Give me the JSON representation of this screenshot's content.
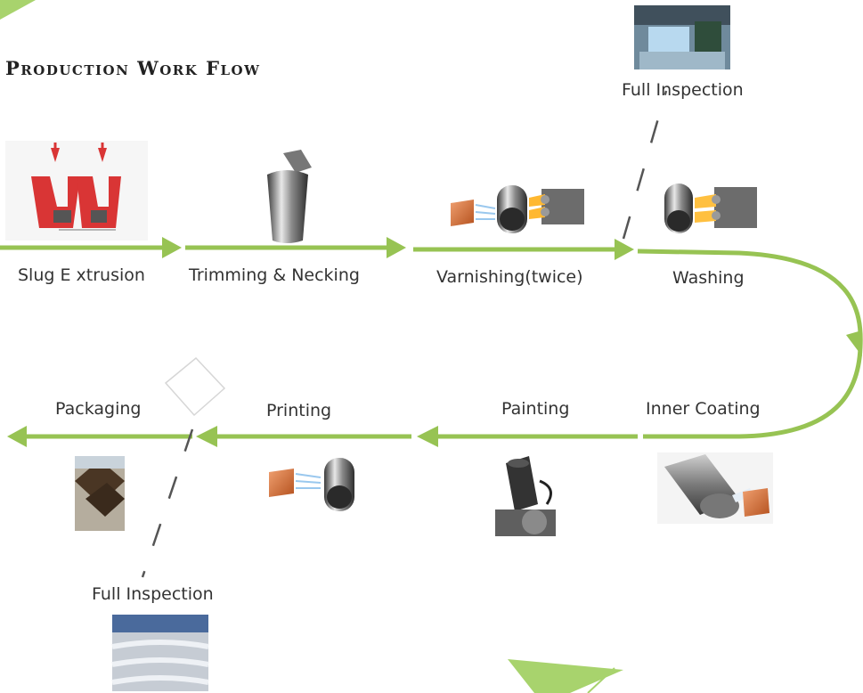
{
  "title": "Production Work Flow",
  "steps": {
    "slug_extrusion": "Slug E xtrusion",
    "trimming_necking": "Trimming & Necking",
    "varnishing": "Varnishing(twice)",
    "washing": "Washing",
    "inner_coating": "Inner Coating",
    "painting": "Painting",
    "printing": "Printing",
    "packaging": "Packaging",
    "inspection_top": "Full Inspection",
    "inspection_bottom": "Full Inspection"
  },
  "colors": {
    "arrow": "#97c353",
    "dashed_line": "#555555",
    "accent_corner": "#a8d36d"
  }
}
